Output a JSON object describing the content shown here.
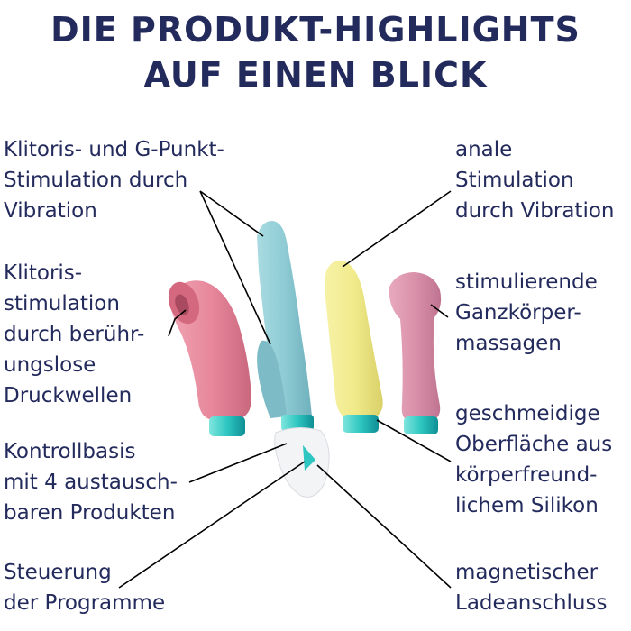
{
  "title": {
    "line1": "DIE PRODUKT-HIGHLIGHTS",
    "line2": "AUF EINEN BLICK"
  },
  "labels": {
    "klitoris_g": "Klitoris- und G-Punkt-\nStimulation durch\nVibration",
    "klitoris_druck": "Klitoris-\nstimulation\ndurch berühr-\nungslose\nDruckwellen",
    "kontrollbasis": "Kontrollbasis\nmit 4 austausch-\nbaren Produkten",
    "steuerung": "Steuerung\nder Programme",
    "anal": "anale\nStimulation\ndurch Vibration",
    "ganzkoerper": "stimulierende\nGanzkörper-\nmassagen",
    "silikon": "geschmeidige\nOberfläche aus\nkörperfreund-\nlichem Silikon",
    "magnet": "magnetischer\nLadeanschluss"
  },
  "colors": {
    "text": "#232a5c",
    "pink": "#e7879c",
    "blue": "#8ecbd4",
    "yellow": "#f1eb8c",
    "mauve": "#d990a9",
    "teal_connector": "#2ec6c0"
  }
}
